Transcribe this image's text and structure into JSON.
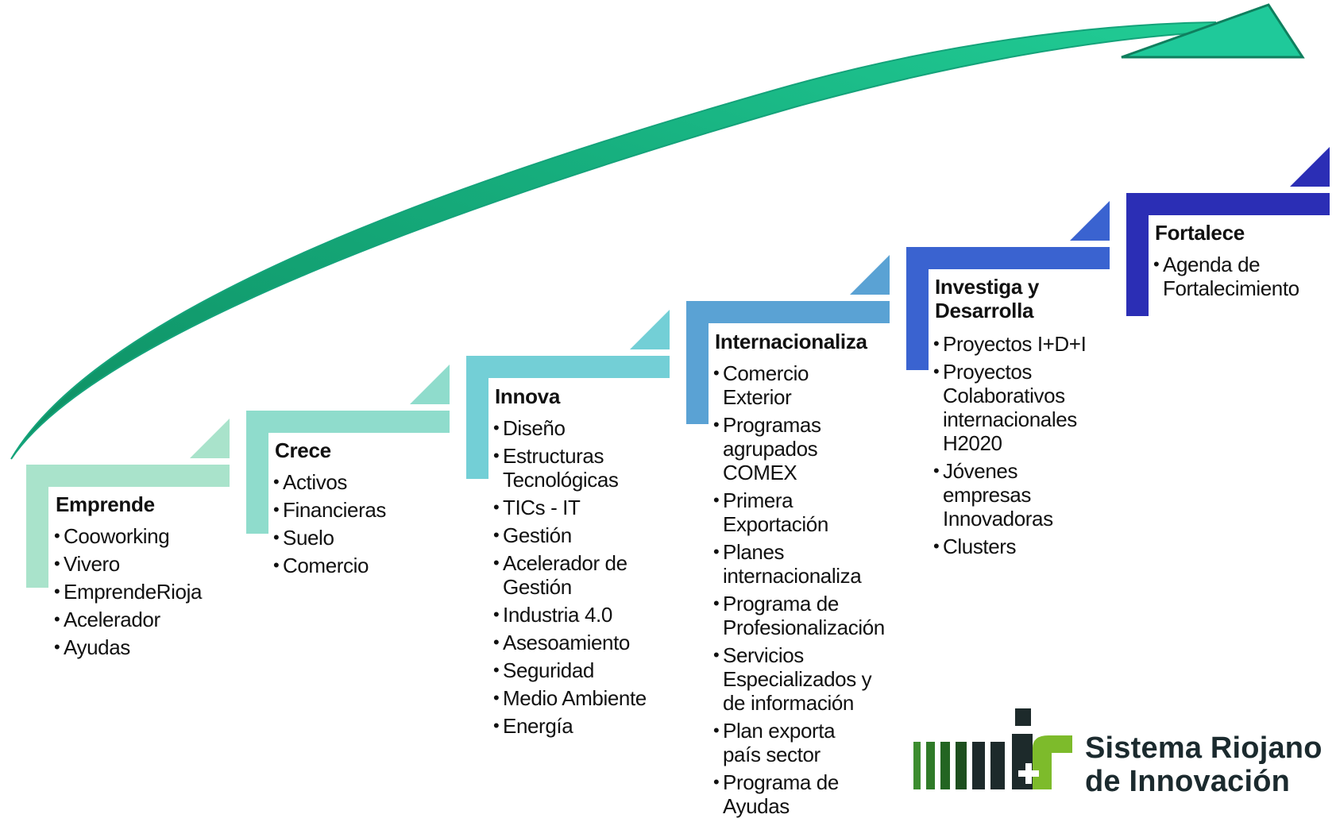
{
  "stages": [
    {
      "title": "Emprende",
      "color": "#a9e3cb",
      "items": [
        "Cooworking",
        "Vivero",
        "EmprendeRioja",
        "Acelerador",
        "Ayudas"
      ]
    },
    {
      "title": "Crece",
      "color": "#8fdccc",
      "items": [
        "Activos",
        "Financieras",
        "Suelo",
        "Comercio"
      ]
    },
    {
      "title": "Innova",
      "color": "#73cfd6",
      "items": [
        "Diseño",
        "Estructuras Tecnológicas",
        "TICs -  IT",
        "Gestión",
        "Acelerador de Gestión",
        "Industria 4.0",
        "Asesoamiento",
        "Seguridad",
        "Medio Ambiente",
        "Energía"
      ]
    },
    {
      "title": "Internacionaliza",
      "color": "#5aa2d4",
      "items": [
        "Comercio Exterior",
        "Programas agrupados COMEX",
        "Primera Exportación",
        "Planes internacionaliza",
        "Programa de Profesionalización",
        "Servicios Especializados y de información",
        "Plan exporta país sector",
        "Programa de Ayudas"
      ]
    },
    {
      "title": "Investiga y Desarrolla",
      "color": "#3a63d0",
      "items": [
        "Proyectos I+D+I",
        "Proyectos Colaborativos internacionales H2020",
        "Jóvenes empresas Innovadoras",
        "Clusters"
      ]
    },
    {
      "title": "Fortalece",
      "color": "#2b2eb5",
      "items": [
        "Agenda de Fortalecimiento"
      ]
    }
  ],
  "arrow": {
    "color": "#14a37a",
    "color_light": "#1fc99a"
  },
  "logo": {
    "line1": "Sistema Riojano",
    "line2": "de Innovación",
    "icon": "sri-logo-icon"
  }
}
